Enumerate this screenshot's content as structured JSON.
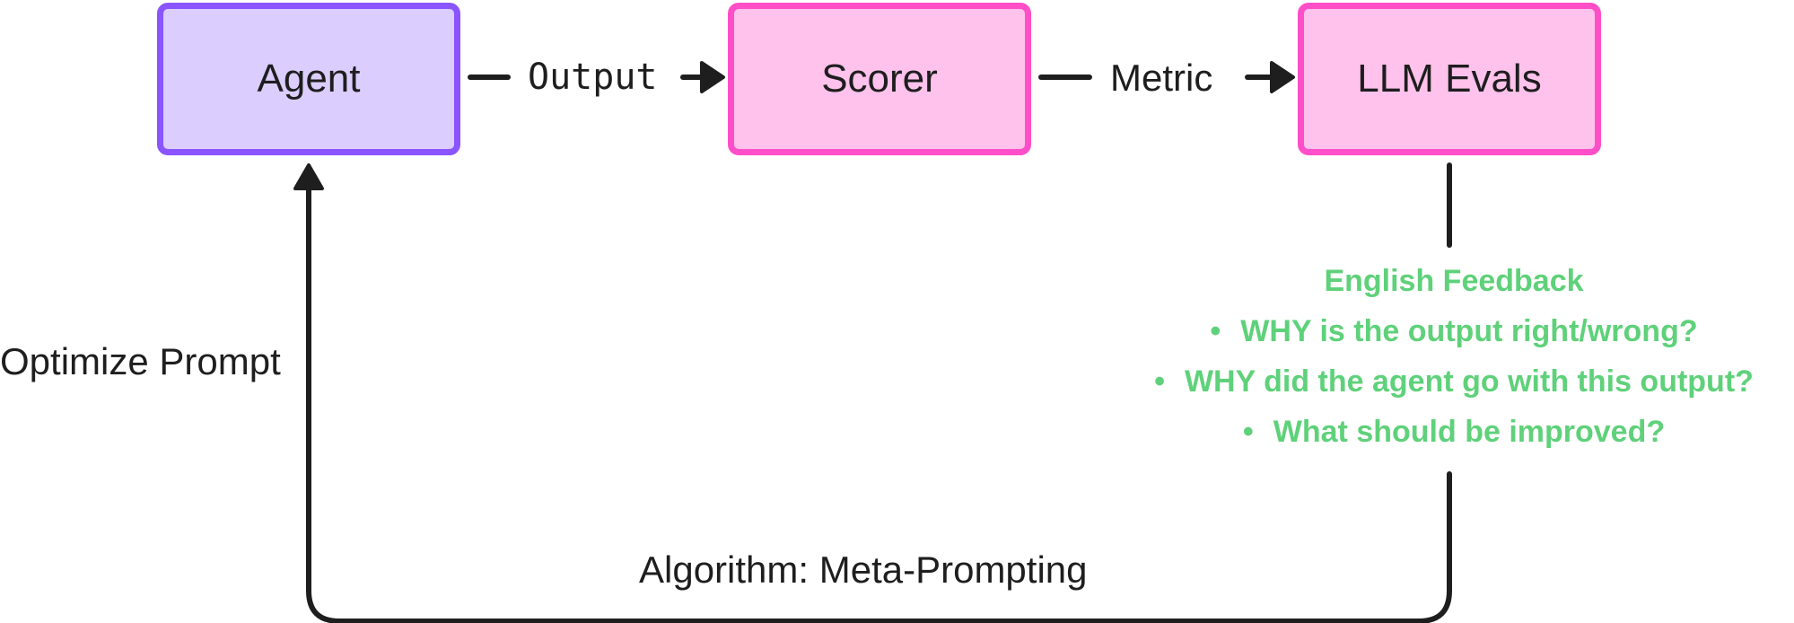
{
  "colors": {
    "agent_fill": "#dccdff",
    "agent_border": "#8a55ff",
    "pink_fill": "#ffc2ec",
    "pink_border": "#ff4fc8",
    "connector": "#1e1e1e",
    "feedback_text": "#5fd17a"
  },
  "nodes": {
    "agent": "Agent",
    "scorer": "Scorer",
    "evals": "LLM Evals"
  },
  "edges": {
    "output": "Output",
    "metric": "Metric",
    "optimize": "Optimize Prompt",
    "algorithm": "Algorithm: Meta-Prompting"
  },
  "feedback": {
    "title": "English Feedback",
    "items": [
      "WHY is the output right/wrong?",
      "WHY did the agent go with this output?",
      "What should be improved?"
    ]
  }
}
